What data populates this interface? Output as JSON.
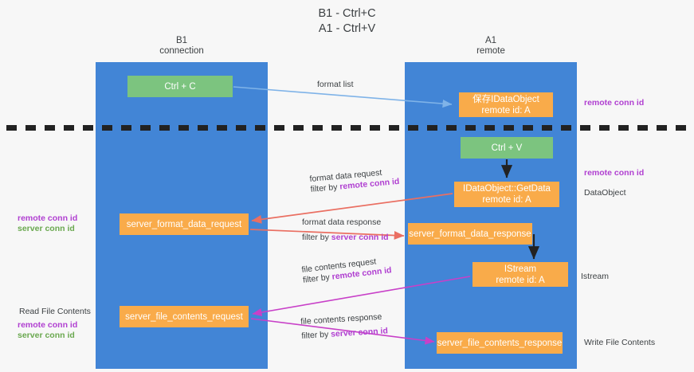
{
  "title": {
    "line1": "B1 - Ctrl+C",
    "line2": "A1 - Ctrl+V"
  },
  "lanes": [
    {
      "id": "b1",
      "name": "B1",
      "role": "connection"
    },
    {
      "id": "a1",
      "name": "A1",
      "role": "remote"
    }
  ],
  "colors": {
    "lane": "#4285d6",
    "green_box": "#7cc47f",
    "orange_box": "#f9ab4a",
    "blue_arrow": "#7fb3e8",
    "red_arrow": "#ea6f62",
    "magenta_arrow": "#c840c8",
    "black_arrow": "#222222",
    "purple_text": "#b03fd1",
    "green_text": "#6aa84f",
    "background": "#f7f7f7"
  },
  "boxes": {
    "ctrl_c": {
      "label": "Ctrl + C"
    },
    "idataobject_remote": {
      "line1": "保存IDataObject",
      "line2": "remote id: A"
    },
    "ctrl_v": {
      "label": "Ctrl + V"
    },
    "getdata": {
      "line1": "IDataObject::GetData",
      "line2": "remote id: A"
    },
    "server_format_data_request": {
      "label": "server_format_data_request"
    },
    "server_format_data_response": {
      "label": "server_format_data_response"
    },
    "istream": {
      "line1": "IStream",
      "line2": "remote id: A"
    },
    "server_file_contents_request": {
      "label": "server_file_contents_request"
    },
    "server_file_contents_response": {
      "label": "server_file_contents_response"
    }
  },
  "arrow_labels": {
    "format_list": "format list",
    "format_data_request": {
      "line1": "format data request",
      "filter_prefix": "filter by ",
      "filter_key": "remote conn id"
    },
    "format_data_response": {
      "line1": "format data response",
      "filter_prefix": "filter by ",
      "filter_key": "server conn id"
    },
    "file_contents_request": {
      "line1": "file contents request",
      "filter_prefix": "filter by ",
      "filter_key": "remote conn id"
    },
    "file_contents_response": {
      "line1": "file contents response",
      "filter_prefix": "filter by ",
      "filter_key": "server conn id"
    }
  },
  "annotations": {
    "right_remote_conn_id_top": "remote conn id",
    "right_remote_conn_id_mid": "remote conn id",
    "right_dataobject": "DataObject",
    "right_istream": "Istream",
    "right_write_file_contents": "Write File Contents",
    "left_remote_conn_id_mid": "remote conn id",
    "left_server_conn_id_mid": "server conn id",
    "left_read_file_contents": "Read File Contents",
    "left_remote_conn_id_bottom": "remote conn id",
    "left_server_conn_id_bottom": "server conn id"
  }
}
